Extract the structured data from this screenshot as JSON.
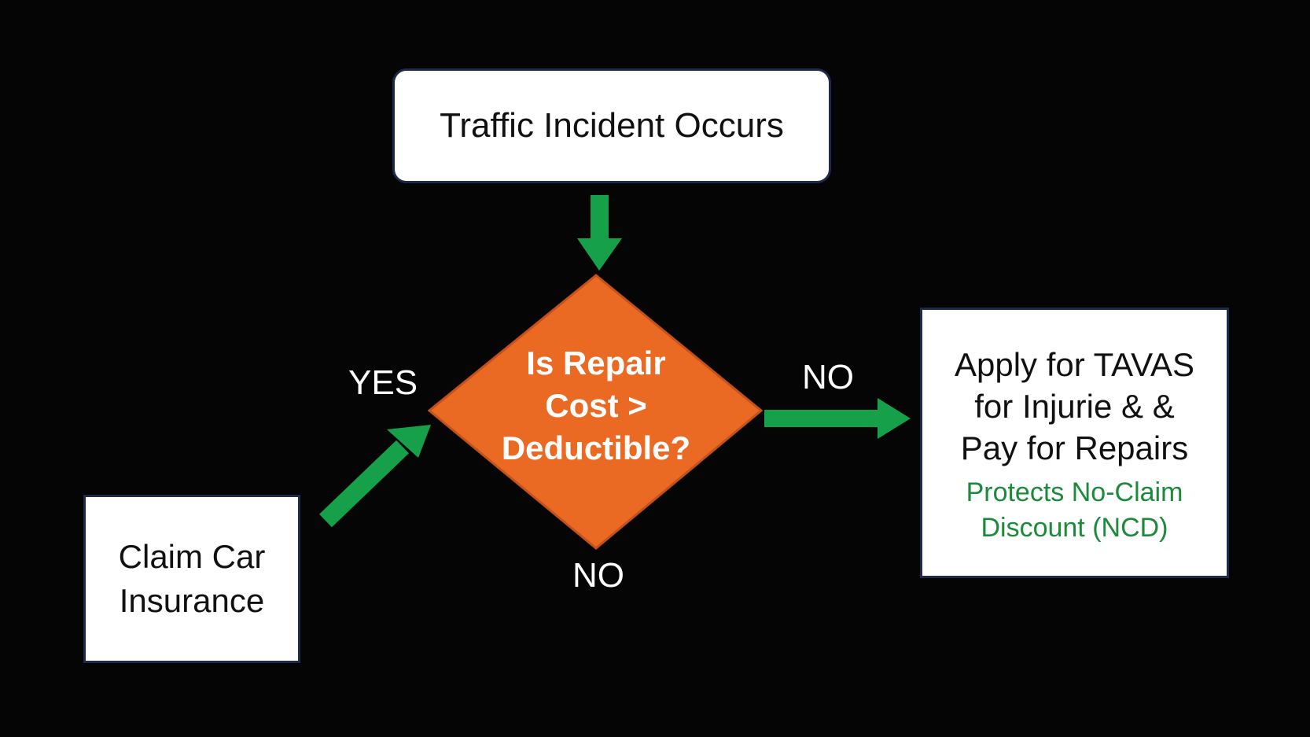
{
  "colors": {
    "background": "#050505",
    "arrow": "#16a04a",
    "decision": "#ea6a24",
    "decision_border": "#c4511a",
    "box_border": "#1f2a4a",
    "sub_text": "#1b8a3a"
  },
  "start": {
    "label": "Traffic Incident Occurs"
  },
  "decision": {
    "lines": [
      "Is Repair",
      "Cost >",
      "Deductible?"
    ]
  },
  "claim": {
    "lines": [
      "Claim Car",
      "Insurance"
    ]
  },
  "apply": {
    "lines": [
      "Apply for TAVAS",
      "for Injurie & &",
      "Pay for Repairs"
    ],
    "sub_lines": [
      "Protects No-Claim",
      "Discount (NCD)"
    ]
  },
  "edges": {
    "yes": "YES",
    "no_right": "NO",
    "no_bottom": "NO"
  }
}
